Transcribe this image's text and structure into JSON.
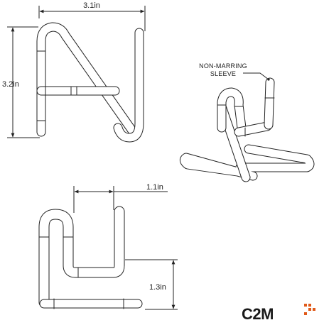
{
  "dimensions": {
    "width_top": "3.1in",
    "height_left": "3.2in",
    "width_bottom": "1.1in",
    "height_bottom": "1.3in"
  },
  "callout": {
    "line1": "NON-MARRING",
    "line2": "SLEEVE"
  },
  "logo": {
    "text": "C2M",
    "accent_color": "#e05a1a",
    "text_color": "#1a1a1a"
  },
  "colors": {
    "line": "#222222",
    "rod_fill": "#ffffff"
  }
}
